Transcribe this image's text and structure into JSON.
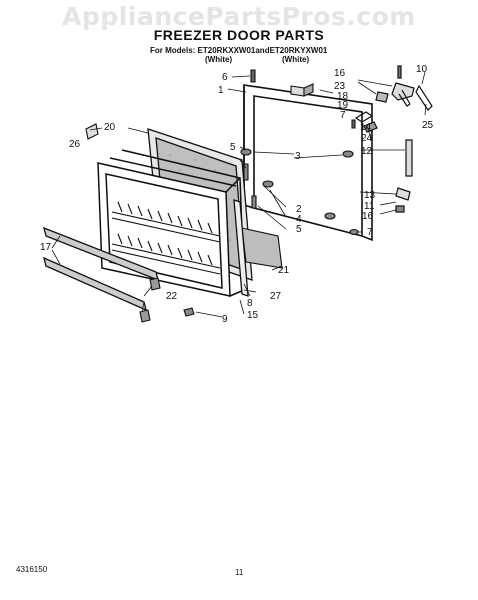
{
  "watermark": "AppliancePartsPros.com",
  "title": "FREEZER DOOR PARTS",
  "models_line": "For Models: ET20RKXXW01andET20RKYXW01",
  "color_left": "(White)",
  "color_right": "(White)",
  "footer_left": "4316150",
  "footer_center": "11",
  "callouts": [
    "1",
    "2",
    "3",
    "4",
    "5",
    "5",
    "6",
    "7",
    "7",
    "8",
    "9",
    "10",
    "11",
    "12",
    "13",
    "14",
    "15",
    "16",
    "16",
    "17",
    "18",
    "19",
    "20",
    "21",
    "22",
    "23",
    "24",
    "25",
    "26",
    "27"
  ]
}
